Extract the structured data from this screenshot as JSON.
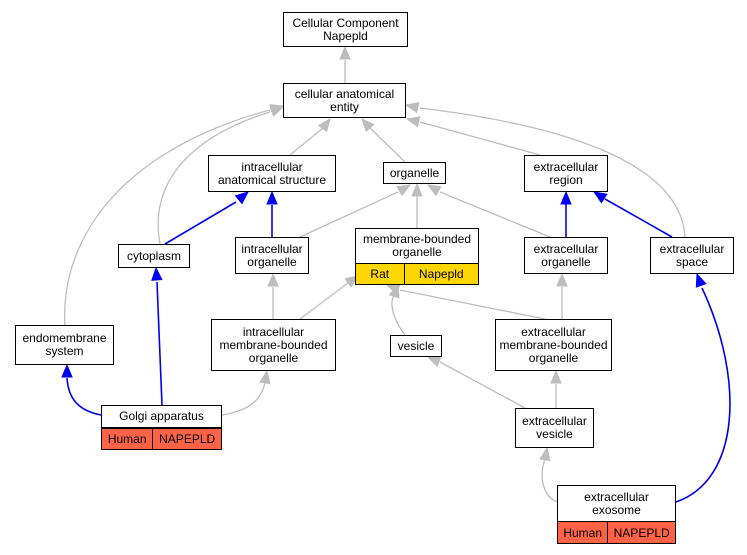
{
  "nodes": {
    "cellular_component": "Cellular Component\nNapepld",
    "cellular_anatomical_entity": "cellular anatomical\nentity",
    "intracellular_anatomical_structure": "intracellular\nanatomical structure",
    "organelle": "organelle",
    "extracellular_region": "extracellular\nregion",
    "cytoplasm": "cytoplasm",
    "intracellular_organelle": "intracellular\norganelle",
    "membrane_bounded_organelle": "membrane-bounded\norganelle",
    "extracellular_organelle": "extracellular\norganelle",
    "extracellular_space": "extracellular\nspace",
    "endomembrane_system": "endomembrane\nsystem",
    "intracellular_membrane_bounded_organelle": "intracellular\nmembrane-bounded\norganelle",
    "vesicle": "vesicle",
    "extracellular_membrane_bounded_organelle": "extracellular\nmembrane-bounded\norganelle",
    "golgi_apparatus": "Golgi apparatus",
    "extracellular_vesicle": "extracellular\nvesicle",
    "extracellular_exosome": "extracellular\nexosome"
  },
  "annotations": {
    "membrane_bounded_organelle": {
      "left": "Rat",
      "right": "Napepld",
      "color": "#FFD700"
    },
    "golgi_apparatus": {
      "left": "Human",
      "right": "NAPEPLD",
      "color": "#FF6347"
    },
    "extracellular_exosome": {
      "left": "Human",
      "right": "NAPEPLD",
      "color": "#FF6347"
    }
  },
  "edge_colors": {
    "is_a": "#BDBDBD",
    "part_of": "#0000EE"
  }
}
